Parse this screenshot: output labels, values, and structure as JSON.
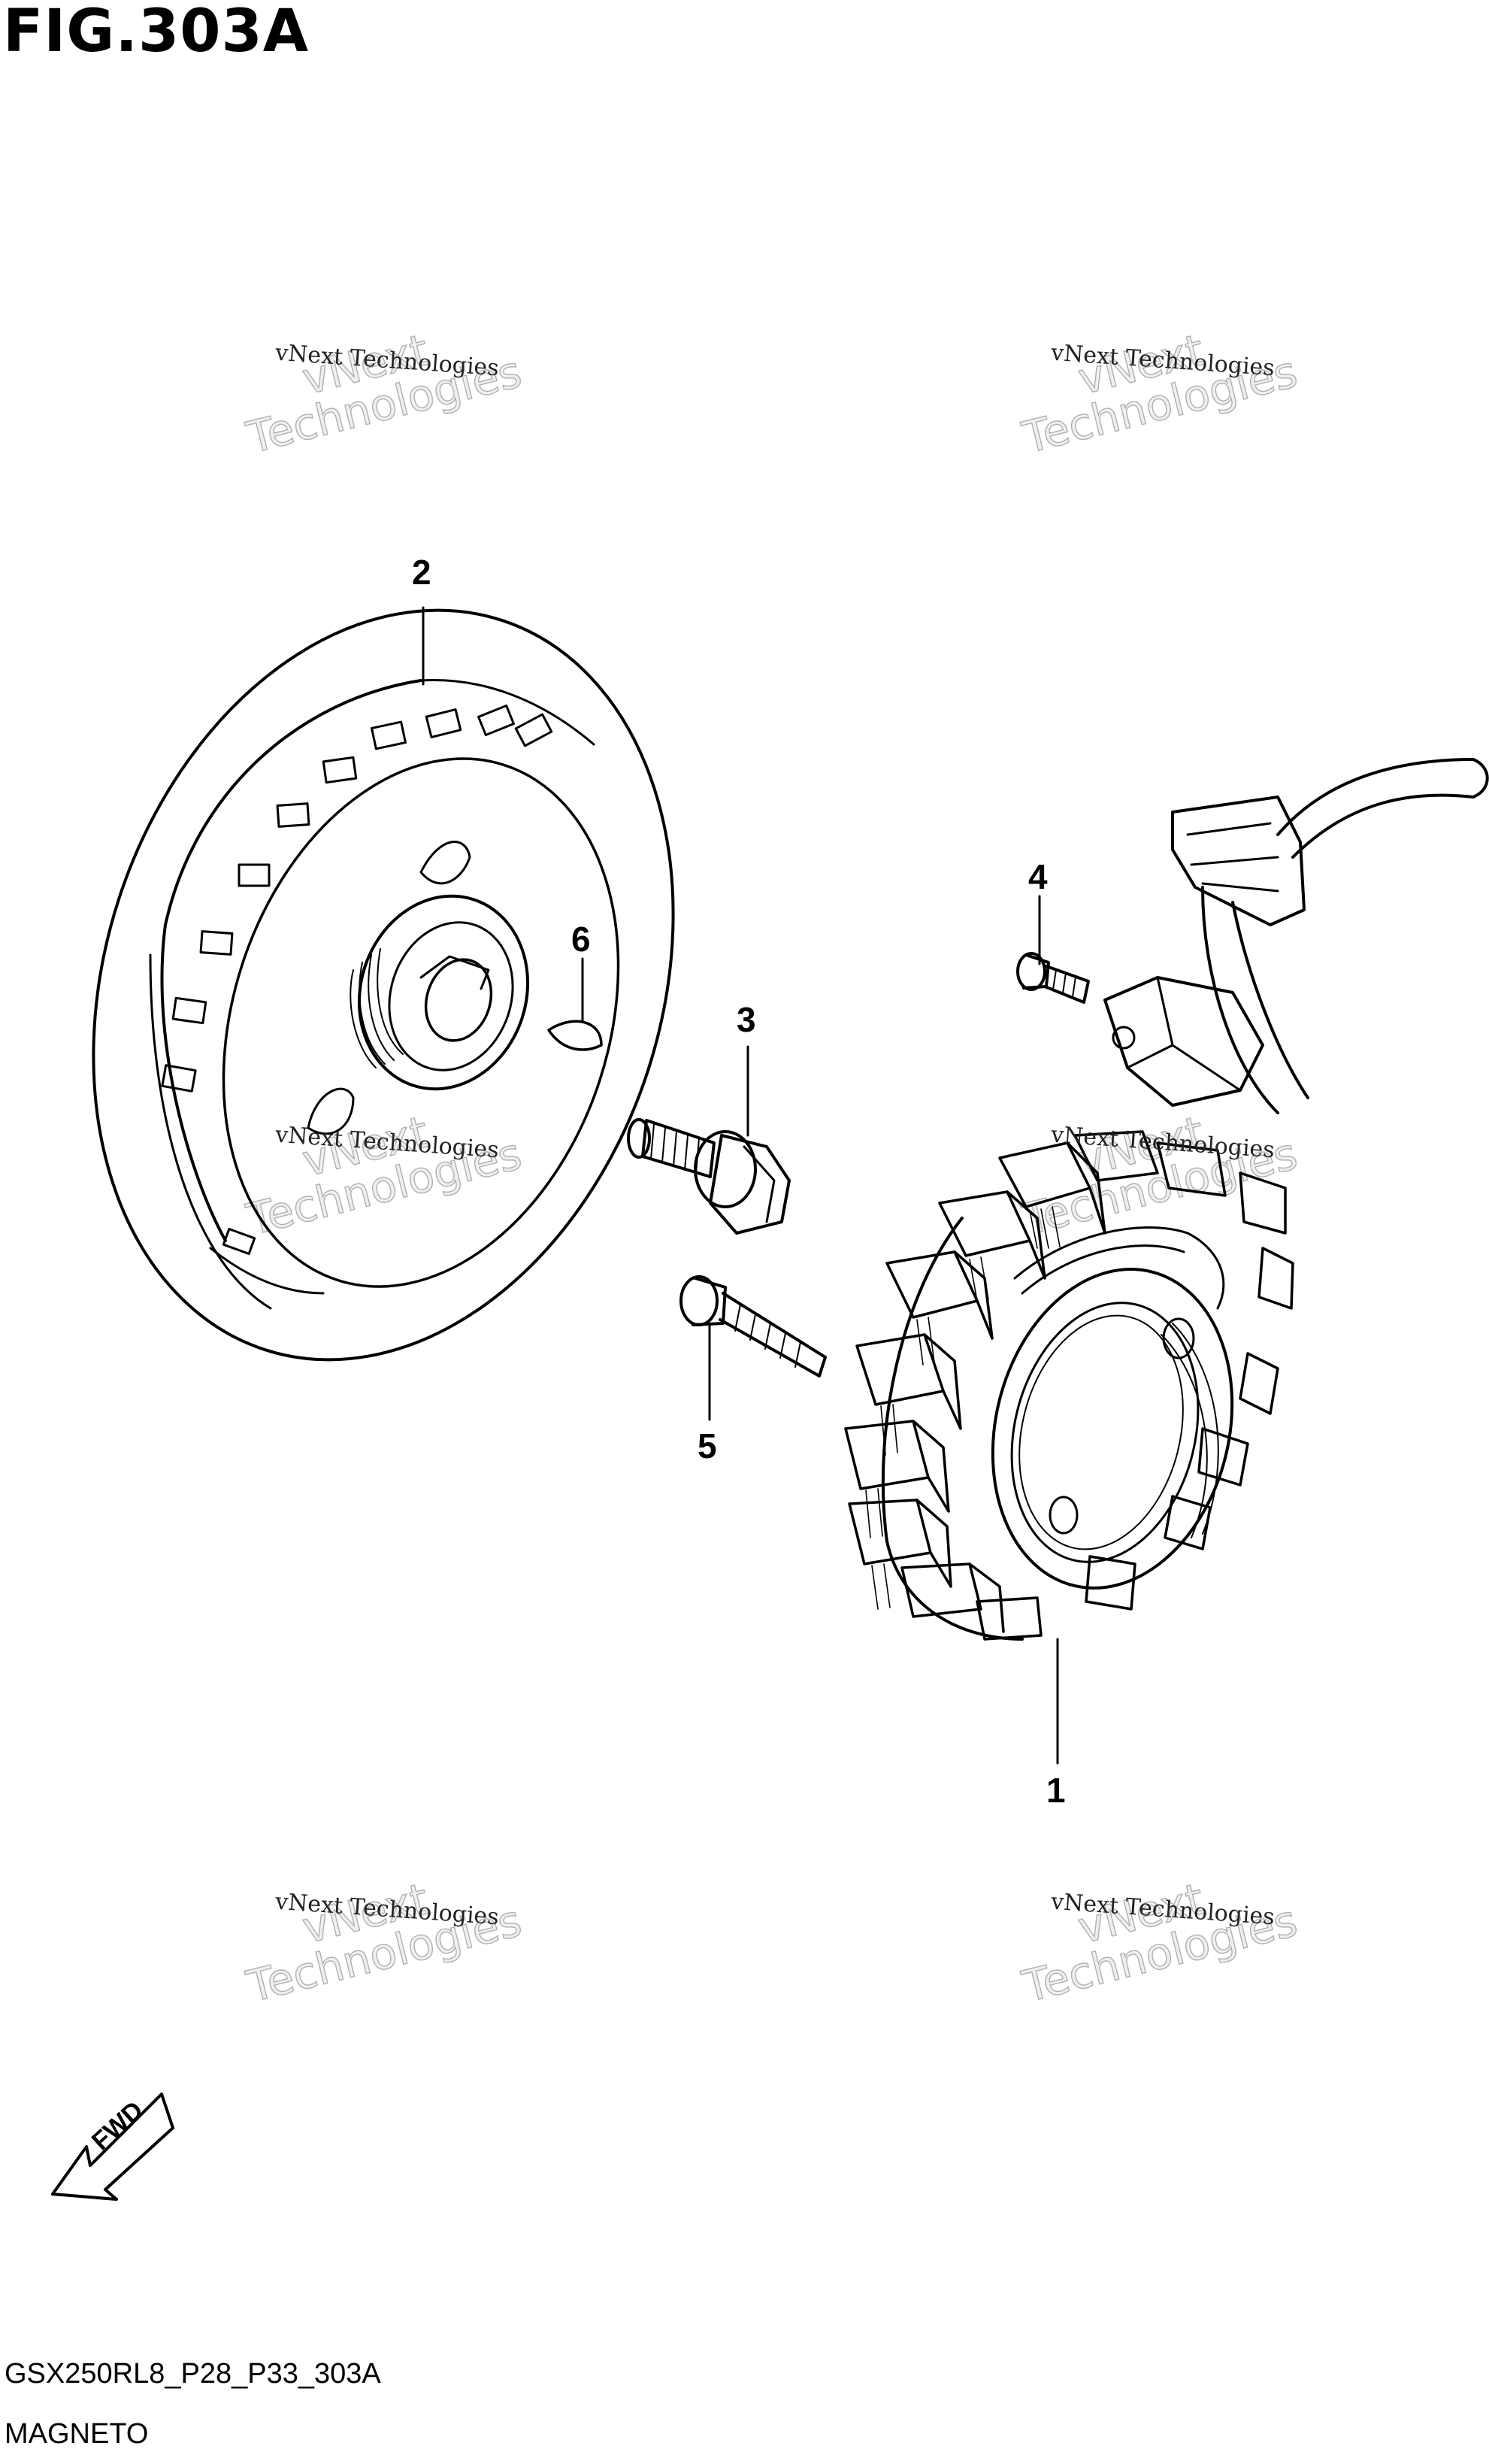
{
  "figure": {
    "title": "FIG.303A",
    "code": "GSX250RL8_P28_P33_303A",
    "name": "MAGNETO"
  },
  "parts": [
    {
      "number": "1"
    },
    {
      "number": "2"
    },
    {
      "number": "3"
    },
    {
      "number": "4"
    },
    {
      "number": "5"
    },
    {
      "number": "6"
    }
  ],
  "watermark": {
    "small": "vNext Technologies",
    "big_line1": "vNext",
    "big_line2": "Technologies"
  },
  "fwd_label": "FWD"
}
